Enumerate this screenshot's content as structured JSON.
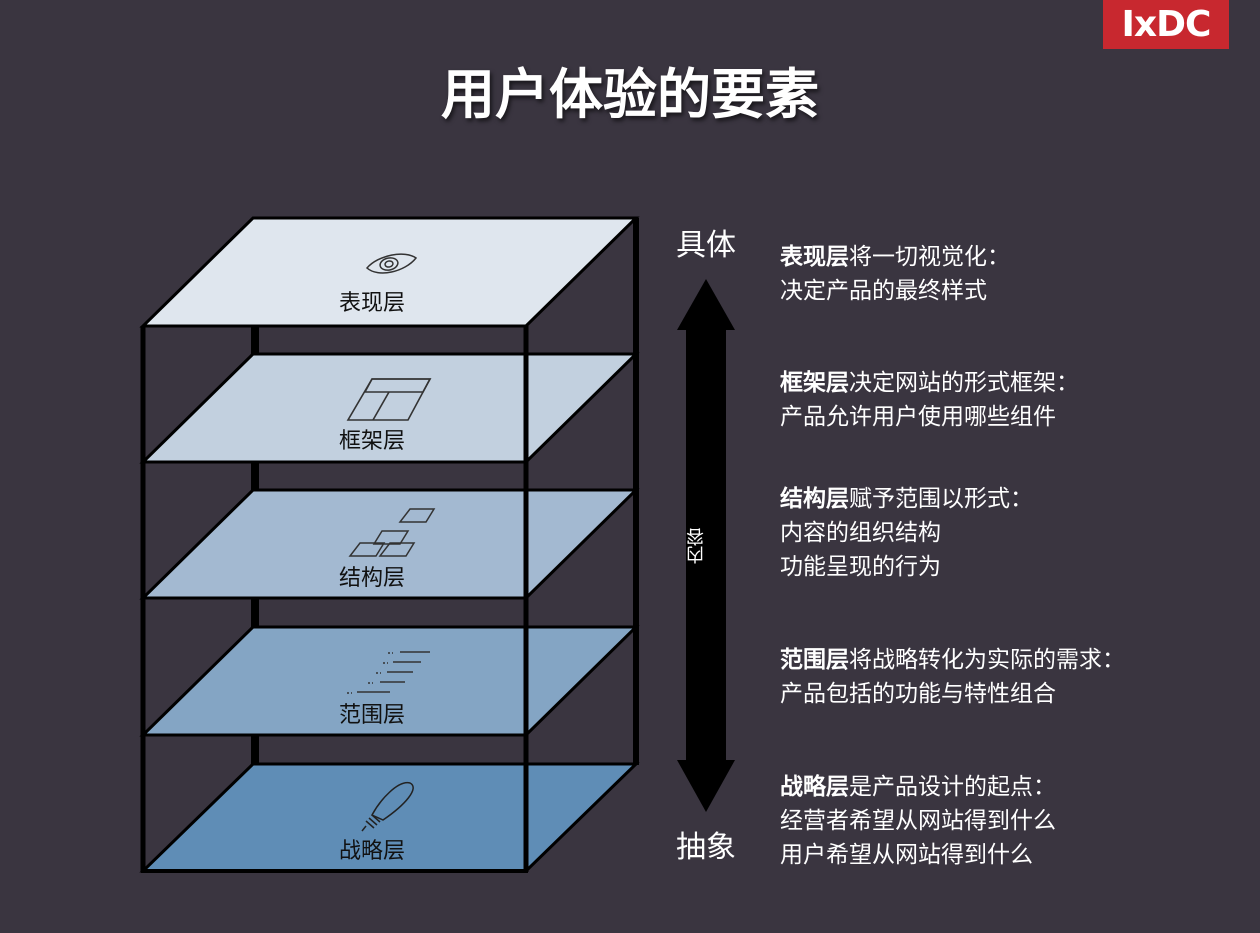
{
  "logo": "IxDC",
  "title": "用户体验的要素",
  "axis": {
    "top_label": "具体",
    "bottom_label": "抽象",
    "middle_label": "内容"
  },
  "layers": [
    {
      "label": "表现层",
      "icon": "eye-icon",
      "color": "#dfe6ee"
    },
    {
      "label": "框架层",
      "icon": "wireframe-icon",
      "color": "#c2d0df"
    },
    {
      "label": "结构层",
      "icon": "sitemap-icon",
      "color": "#a3b9d1"
    },
    {
      "label": "范围层",
      "icon": "list-icon",
      "color": "#84a5c4"
    },
    {
      "label": "战略层",
      "icon": "lightbulb-icon",
      "color": "#5f8db6"
    }
  ],
  "descriptions": [
    {
      "head": "表现层",
      "lines": [
        "将一切视觉化：",
        "决定产品的最终样式"
      ]
    },
    {
      "head": "框架层",
      "lines": [
        "决定网站的形式框架：",
        "产品允许用户使用哪些组件"
      ]
    },
    {
      "head": "结构层",
      "lines": [
        "赋予范围以形式：",
        "内容的组织结构",
        "功能呈现的行为"
      ]
    },
    {
      "head": "范围层",
      "lines": [
        "将战略转化为实际的需求：",
        "产品包括的功能与特性组合"
      ]
    },
    {
      "head": "战略层",
      "lines": [
        "是产品设计的起点：",
        "经营者希望从网站得到什么",
        "用户希望从网站得到什么"
      ]
    }
  ]
}
